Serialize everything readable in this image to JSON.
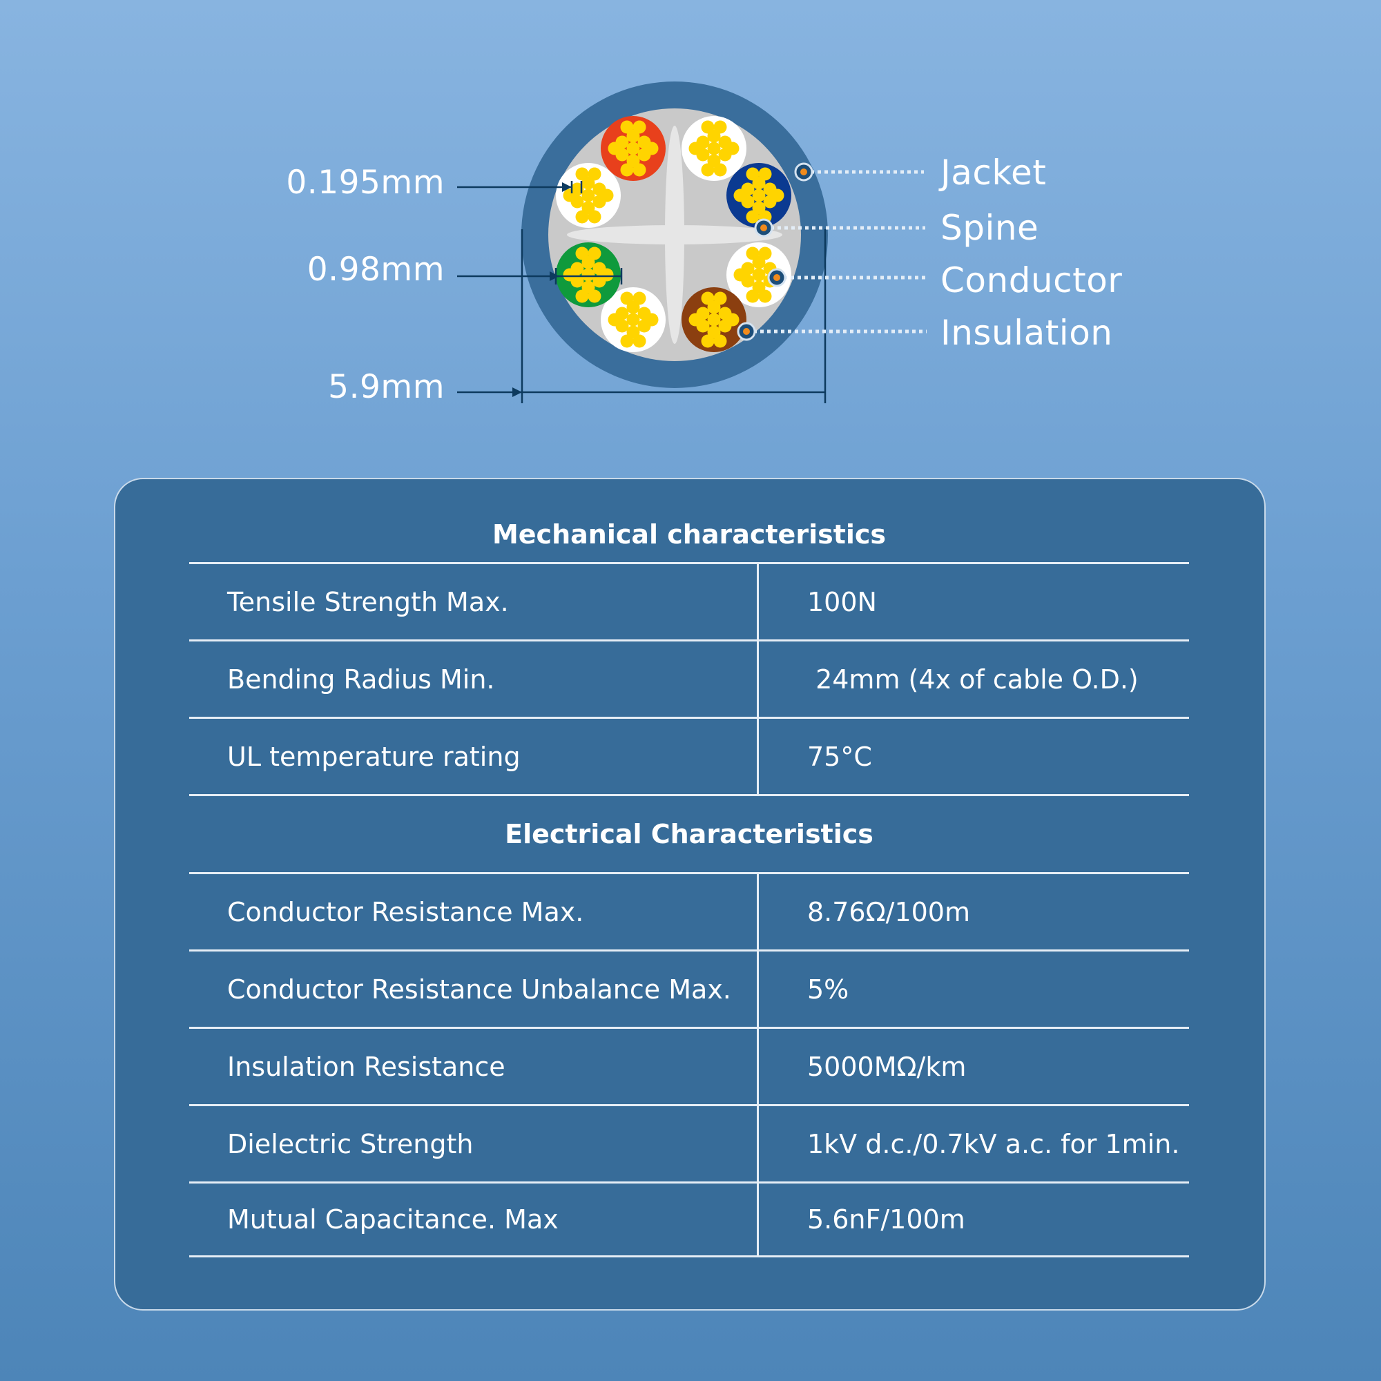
{
  "diagram": {
    "dimensions": {
      "stranding": "0.195mm",
      "conductor": "0.98mm",
      "outer": "5.9mm"
    },
    "parts": {
      "jacket": "Jacket",
      "spine": "Spine",
      "conductor": "Conductor",
      "insulation": "Insulation"
    },
    "colors": {
      "jacket": "#3a6e9c",
      "filler": "#c9c9c9",
      "spine": "#e6e6e6",
      "strand": "#ffd400",
      "insulations": [
        "#e8401c",
        "#ffffff",
        "#0b3a91",
        "#ffffff",
        "#8b3f10",
        "#ffffff",
        "#0f9a3c",
        "#ffffff"
      ]
    }
  },
  "specs": {
    "mechanical": {
      "title": "Mechanical characteristics",
      "rows": [
        {
          "key": "Tensile Strength Max.",
          "value": "100N"
        },
        {
          "key": "Bending Radius Min.",
          "value": " 24mm (4x of cable O.D.)"
        },
        {
          "key": "UL temperature rating",
          "value": "75°C"
        }
      ]
    },
    "electrical": {
      "title": "Electrical Characteristics",
      "rows": [
        {
          "key": "Conductor Resistance Max.",
          "value": "8.76Ω/100m"
        },
        {
          "key": "Conductor Resistance Unbalance Max.",
          "value": "5%"
        },
        {
          "key": "Insulation Resistance",
          "value": "5000MΩ/km"
        },
        {
          "key": "Dielectric Strength",
          "value": "1kV d.c./0.7kV a.c. for 1min."
        },
        {
          "key": "Mutual Capacitance. Max",
          "value": "5.6nF/100m"
        }
      ]
    }
  }
}
